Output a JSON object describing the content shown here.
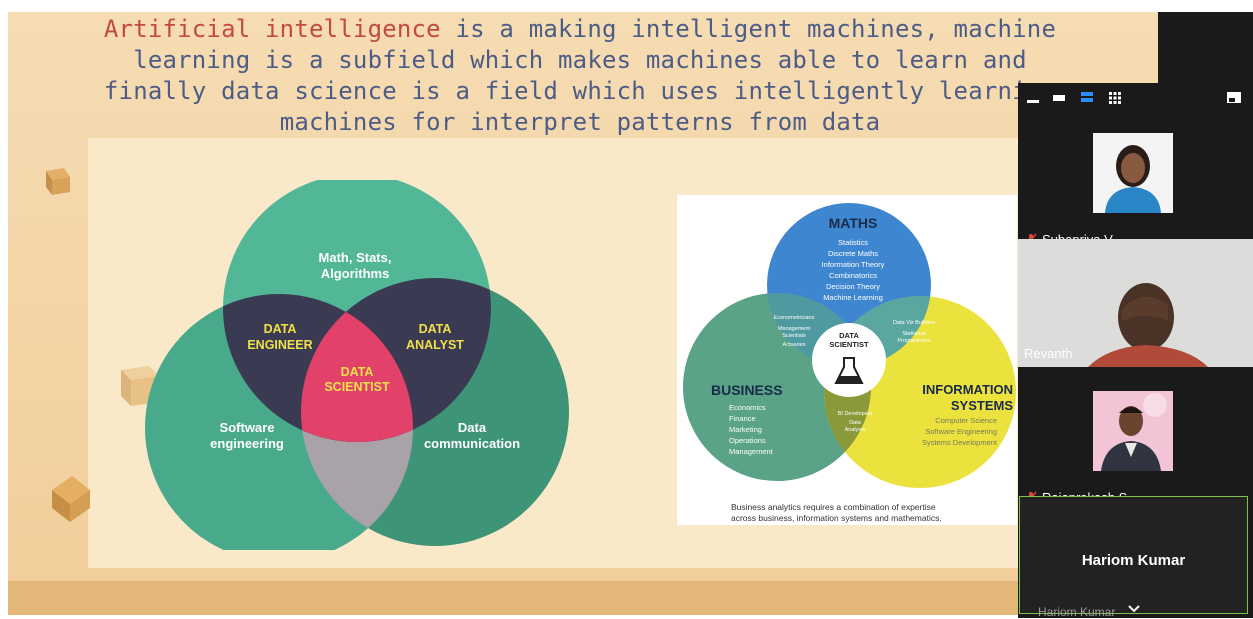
{
  "slide": {
    "headline_ai": "Artificial intelligence",
    "headline_rest": " is a making intelligent machines, machine learning is a subfield which makes machines able to learn and finally data science is a field which uses intelligently learning machines for interpret patterns from data"
  },
  "venn_left": {
    "top": [
      "Math, Stats,",
      "Algorithms"
    ],
    "left": [
      "Software",
      "engineering"
    ],
    "right": [
      "Data",
      "communication"
    ],
    "engineer": [
      "DATA",
      "ENGINEER"
    ],
    "analyst": [
      "DATA",
      "ANALYST"
    ],
    "scientist": [
      "DATA",
      "SCIENTIST"
    ],
    "colors": {
      "top": "#4fb495",
      "left": "#47a98a",
      "right": "#3f9476",
      "dark": "#3a3b52",
      "pink": "#e2416a",
      "gray": "#a9a2a9"
    }
  },
  "venn_right": {
    "maths_title": "MATHS",
    "maths_items": [
      "Statistics",
      "Discrete Maths",
      "Information Theory",
      "Combinatorics",
      "Decision Theory",
      "Machine Learning"
    ],
    "business_title": "BUSINESS",
    "business_items": [
      "Economics",
      "Finance",
      "Marketing",
      "Operations",
      "Management"
    ],
    "is_title": [
      "INFORMATION",
      "SYSTEMS"
    ],
    "is_items": [
      "Computer Science",
      "Software Engineering",
      "Systems Development"
    ],
    "overlap_mb": [
      "Econometricians",
      "Management",
      "Scientists",
      "Actuaries"
    ],
    "overlap_mi": [
      "Data Viz Builders",
      "Statistical",
      "Programmers"
    ],
    "overlap_bi": [
      "BI Developers",
      "Data",
      "Analysts"
    ],
    "center": [
      "DATA",
      "SCIENTIST"
    ],
    "caption": [
      "Business analytics requires a combination of expertise",
      "across business, information systems and mathematics."
    ]
  },
  "participants": [
    {
      "name": "Subapriya.V",
      "muted": true
    },
    {
      "name": "Revanth",
      "muted": false
    },
    {
      "name": "Rajaprakash S",
      "muted": true
    },
    {
      "name": "Hariom Kumar",
      "muted": false
    }
  ],
  "hariom_label_cut": "Hariom Kumar",
  "icons": [
    "minimize-icon",
    "stop-video-icon",
    "speaker-view-icon",
    "gallery-view-icon",
    "exit-fullscreen-icon",
    "mic-muted-icon",
    "chevron-down-icon",
    "flask-icon"
  ]
}
